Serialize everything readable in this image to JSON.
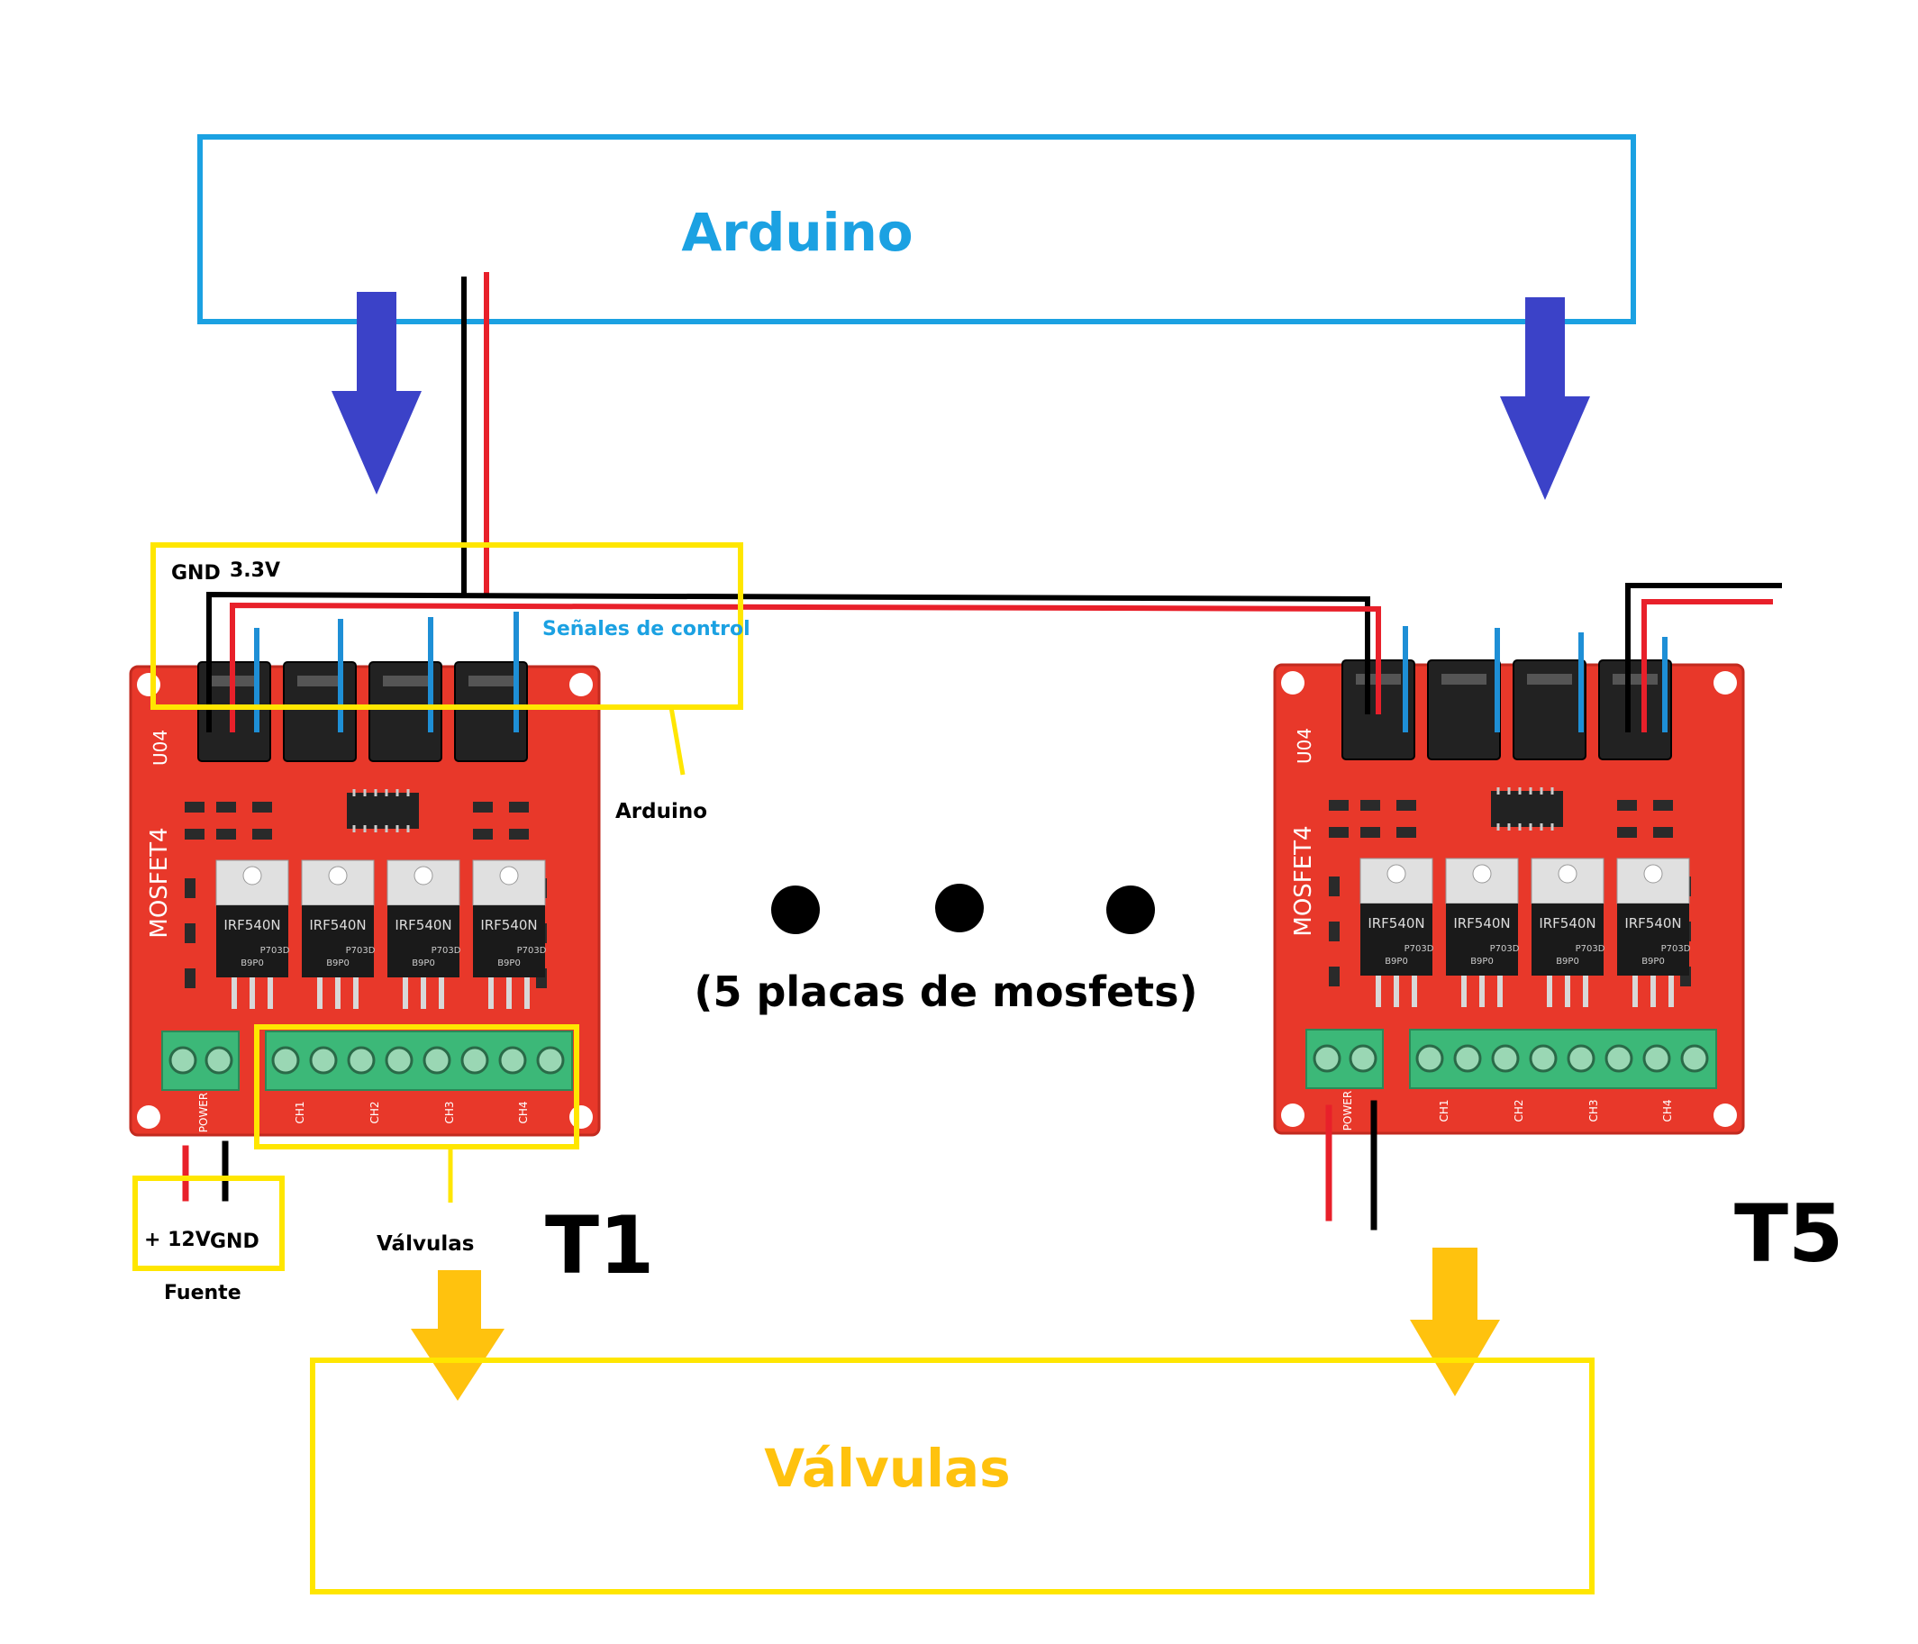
{
  "colors": {
    "blue_box": "#1ba1e2",
    "yellow": "#ffe600",
    "orange_text": "#ffc20e",
    "arrow_blue": "#3b42c8",
    "arrow_yellow": "#ffc20e",
    "wire_red": "#e8202a",
    "wire_black": "#000000",
    "board": "#e8382a",
    "terminal_green": "#3cb878",
    "mosfet_black": "#1a1a1a",
    "signal_blue": "#1e8fd6"
  },
  "labels": {
    "arduino_box": "Arduino",
    "valvulas_box": "Válvulas",
    "gnd_top": "GND",
    "v33_top": "3.3V",
    "senales": "Señales de control",
    "arduino_small": "Arduino",
    "boards_note": "(5 placas de mosfets)",
    "plus12v": "+ 12V",
    "gnd_bottom": "GND",
    "fuente": "Fuente",
    "valvulas_small": "Válvulas",
    "t1": "T1",
    "t5": "T5"
  },
  "board": {
    "model": "MOSFET4",
    "rev": "U04",
    "mosfet_part": "IRF540N",
    "mosfet_code": "P703D",
    "mosfet_code2": "B9P0",
    "power_label": "POWER",
    "channels": [
      "CH1",
      "CH2",
      "CH3",
      "CH4"
    ]
  }
}
